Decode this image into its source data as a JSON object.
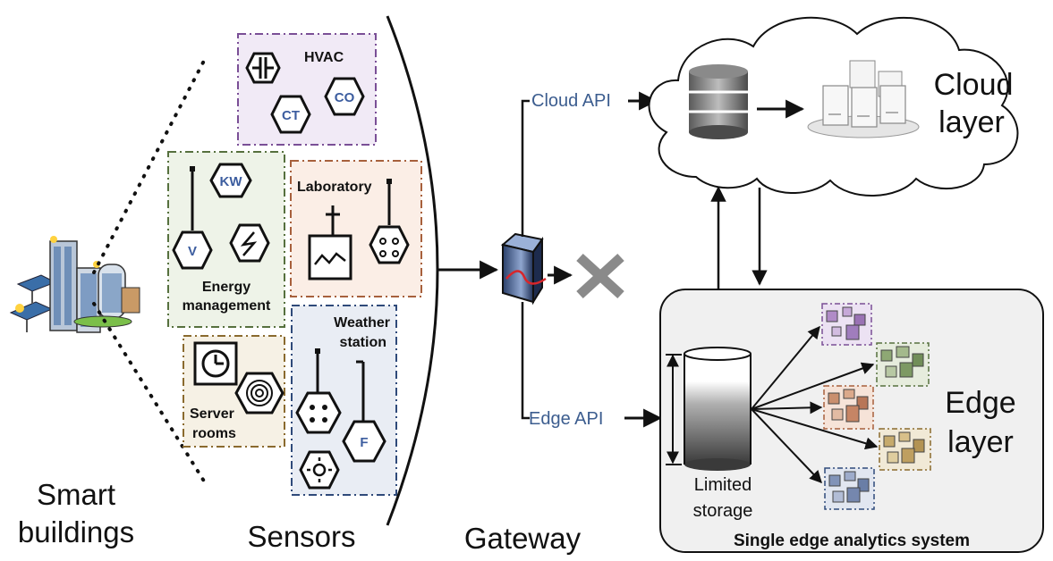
{
  "labels": {
    "smart_buildings_line1": "Smart",
    "smart_buildings_line2": "buildings",
    "sensors": "Sensors",
    "gateway": "Gateway",
    "cloud_layer_line1": "Cloud",
    "cloud_layer_line2": "layer",
    "edge_layer_line1": "Edge",
    "edge_layer_line2": "layer",
    "cloud_api": "Cloud API",
    "edge_api": "Edge API",
    "limited_storage_line1": "Limited",
    "limited_storage_line2": "storage",
    "edge_system": "Single edge analytics system"
  },
  "sensor_groups": {
    "hvac": {
      "title": "HVAC",
      "sensors": [
        "CT",
        "CO"
      ]
    },
    "energy": {
      "title_line1": "Energy",
      "title_line2": "management",
      "sensors": [
        "KW",
        "V"
      ]
    },
    "laboratory": {
      "title": "Laboratory"
    },
    "weather": {
      "title_line1": "Weather",
      "title_line2": "station",
      "sensors": [
        "F"
      ]
    },
    "server": {
      "title_line1": "Server",
      "title_line2": "rooms"
    }
  },
  "colors": {
    "hvac_bg": "#f1eaf6",
    "hvac_border": "#7a4f96",
    "energy_bg": "#eef3e8",
    "energy_border": "#56703e",
    "lab_bg": "#fbeee6",
    "lab_border": "#a7603c",
    "weather_bg": "#e9edf4",
    "weather_border": "#2f4a7a",
    "server_bg": "#f6f1e5",
    "server_border": "#8a6a2e",
    "api_text": "#3c5d8f",
    "edge_box": "#f0f0f0",
    "cross": "#8a8a8a"
  }
}
